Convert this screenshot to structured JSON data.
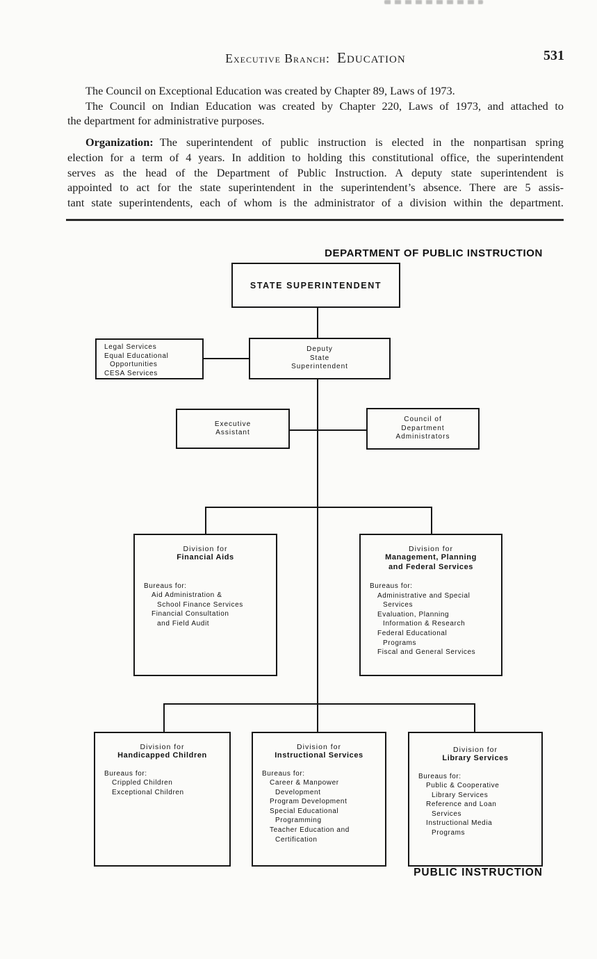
{
  "colors": {
    "paper": "#fbfbf9",
    "ink": "#1c1c1c",
    "chart_line": "#161616"
  },
  "page": {
    "header": {
      "section": "Executive Branch:",
      "chapter": "Education",
      "page_number": "531"
    },
    "paragraphs": {
      "p1": "The Council on Exceptional Education was created by Chapter 89, Laws of 1973.",
      "p2_line1": "The Council on Indian Education was created by Chapter 220, Laws of 1973, and attached to",
      "p2_line2": "the department for administrative purposes.",
      "p3_label": "Organization:",
      "p3_line1": "The superintendent of public instruction is elected in the nonpartisan spring",
      "p3_line2": "election for a term of 4 years. In addition to holding this constitutional office, the superintendent",
      "p3_line3": "serves as the head of the Department of Public Instruction. A deputy state superintendent is",
      "p3_line4": "appointed to act for the state superintendent in the superintendent’s absence. There are 5 assis-",
      "p3_line5": "tant state superintendents, each of whom is the administrator of a division within the department."
    }
  },
  "chart": {
    "title": "DEPARTMENT OF PUBLIC INSTRUCTION",
    "footer": "PUBLIC INSTRUCTION",
    "boxes": {
      "state_superintendent": {
        "label": "STATE SUPERINTENDENT"
      },
      "staff_services": {
        "lines": [
          "Legal Services",
          "Equal Educational",
          "Opportunities",
          "CESA Services"
        ]
      },
      "deputy_state_superintendent": {
        "lines": [
          "Deputy",
          "State",
          "Superintendent"
        ]
      },
      "executive_assistant": {
        "lines": [
          "Executive",
          "Assistant"
        ]
      },
      "council_of_department_administrators": {
        "lines": [
          "Council of",
          "Department",
          "Administrators"
        ]
      },
      "financial_aids": {
        "title": "Division for",
        "name": "Financial Aids",
        "bureaus_label": "Bureaus for:",
        "bureaus": [
          "Aid Administration &",
          "School Finance Services",
          "Financial Consultation",
          "and Field Audit"
        ]
      },
      "management_planning": {
        "title": "Division for",
        "name_line1": "Management, Planning",
        "name_line2": "and Federal Services",
        "bureaus_label": "Bureaus for:",
        "bureaus": [
          "Administrative and Special",
          "Services",
          "Evaluation, Planning",
          "Information & Research",
          "Federal Educational",
          "Programs",
          "Fiscal and General Services"
        ]
      },
      "handicapped_children": {
        "title": "Division for",
        "name": "Handicapped Children",
        "bureaus_label": "Bureaus for:",
        "bureaus": [
          "Crippled Children",
          "Exceptional Children"
        ]
      },
      "instructional_services": {
        "title": "Division for",
        "name": "Instructional Services",
        "bureaus_label": "Bureaus for:",
        "bureaus": [
          "Career & Manpower",
          "Development",
          "Program Development",
          "Special Educational",
          "Programming",
          "Teacher Education and",
          "Certification"
        ]
      },
      "library_services": {
        "title": "Division for",
        "name": "Library Services",
        "bureaus_label": "Bureaus for:",
        "bureaus": [
          "Public & Cooperative",
          "Library Services",
          "Reference and Loan",
          "Services",
          "Instructional Media",
          "Programs"
        ]
      }
    }
  }
}
